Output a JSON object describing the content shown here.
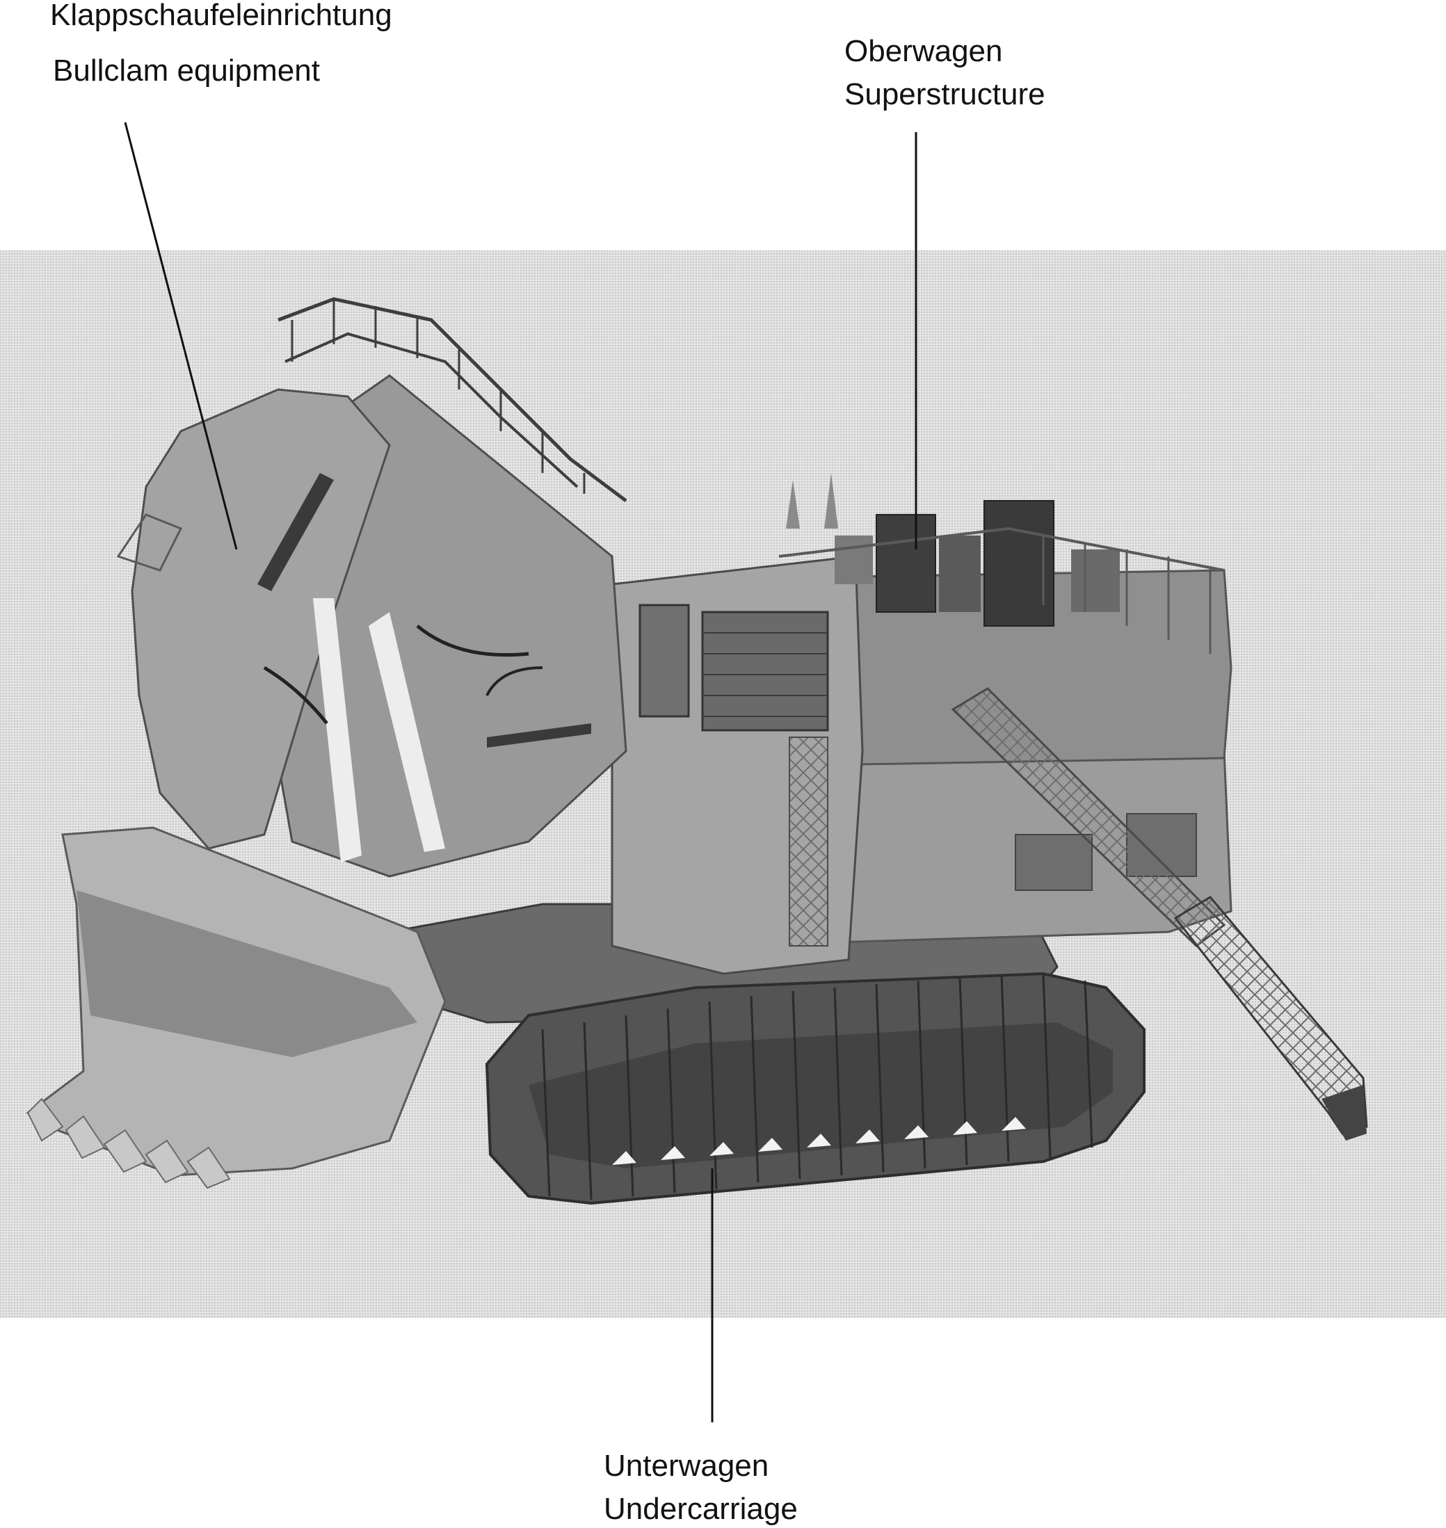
{
  "labels": {
    "bullclam_de": "Klappschaufeleinrichtung",
    "bullclam_en": "Bullclam equipment",
    "superstructure_de": "Oberwagen",
    "superstructure_en": "Superstructure",
    "undercarriage_de": "Unterwagen",
    "undercarriage_en": "Undercarriage"
  },
  "colors": {
    "background_band": "#d6d6d6",
    "machine_light": "#a8a8a8",
    "machine_mid": "#8e8e8e",
    "machine_dark": "#5c5c5c",
    "leader_line": "#111111",
    "text": "#111111"
  }
}
